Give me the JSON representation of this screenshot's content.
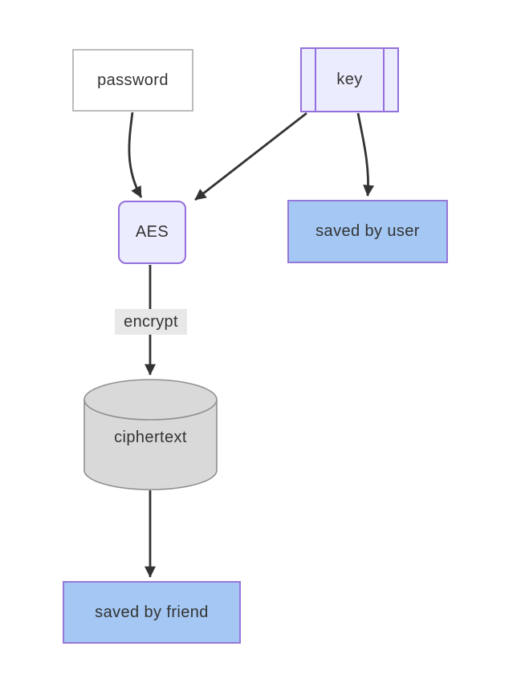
{
  "diagram": {
    "type": "flowchart",
    "direction": "top-down",
    "nodes": {
      "password": {
        "label": "password",
        "shape": "rectangle",
        "fill": "#ffffff",
        "stroke": "#bcbcbc"
      },
      "key": {
        "label": "key",
        "shape": "subroutine",
        "fill": "#ececff",
        "stroke": "#9370db"
      },
      "aes": {
        "label": "AES",
        "shape": "rounded",
        "fill": "#ececff",
        "stroke": "#9370db"
      },
      "saved_by_user": {
        "label": "saved by user",
        "shape": "rectangle",
        "fill": "#a4c7f3",
        "stroke": "#9577d8"
      },
      "ciphertext": {
        "label": "ciphertext",
        "shape": "cylinder",
        "fill": "#d9d9d9",
        "stroke": "#909090"
      },
      "saved_by_friend": {
        "label": "saved by friend",
        "shape": "rectangle",
        "fill": "#a4c7f3",
        "stroke": "#9577d8"
      }
    },
    "edges": [
      {
        "from": "password",
        "to": "aes",
        "label": ""
      },
      {
        "from": "key",
        "to": "aes",
        "label": ""
      },
      {
        "from": "key",
        "to": "saved_by_user",
        "label": ""
      },
      {
        "from": "aes",
        "to": "ciphertext",
        "label": "encrypt"
      },
      {
        "from": "ciphertext",
        "to": "saved_by_friend",
        "label": ""
      }
    ],
    "colors": {
      "edge_stroke": "#333333",
      "text": "#333333",
      "edge_label_background": "#e8e8e8",
      "background": "#ffffff"
    }
  }
}
